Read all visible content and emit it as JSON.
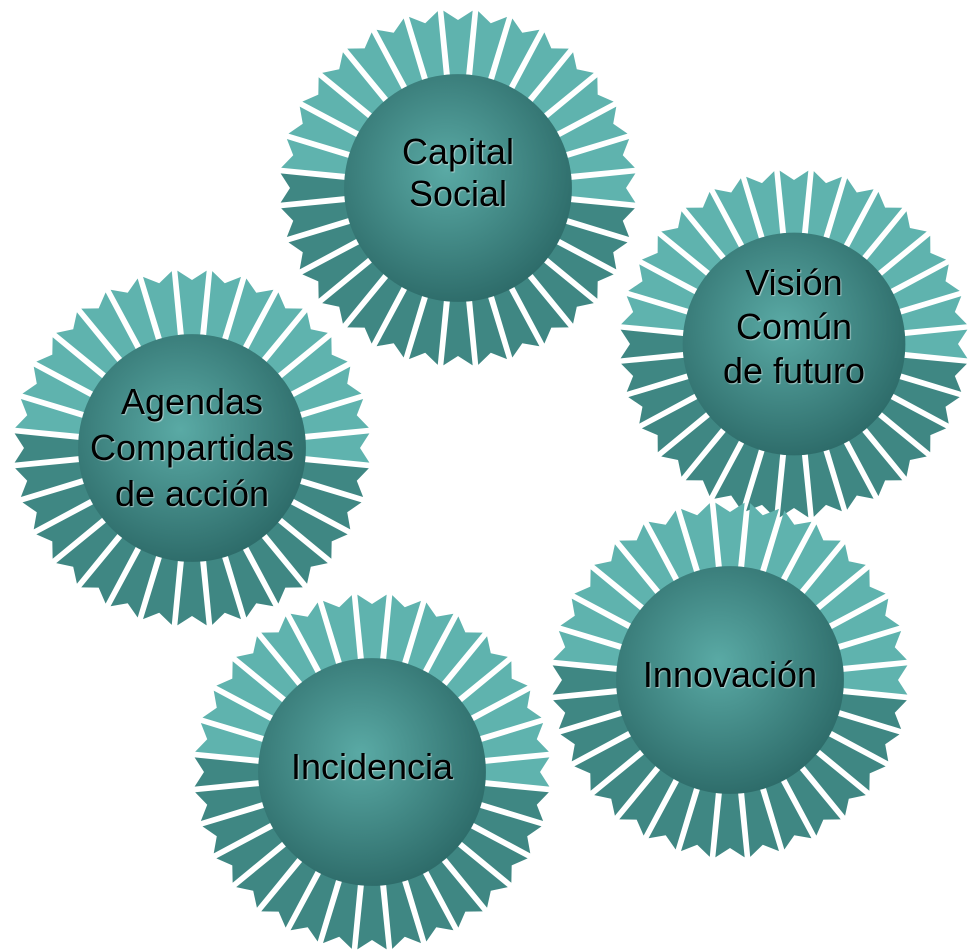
{
  "diagram": {
    "nodes": [
      {
        "id": "capital-social",
        "lines": [
          "Capital",
          "Social"
        ]
      },
      {
        "id": "vision-comun",
        "lines": [
          "Visión",
          "Común",
          "de futuro"
        ]
      },
      {
        "id": "agendas-compartidas",
        "lines": [
          "Agendas",
          "Compartidas",
          "de acción"
        ]
      },
      {
        "id": "innovacion",
        "lines": [
          "Innovación"
        ]
      },
      {
        "id": "incidencia",
        "lines": [
          "Incidencia"
        ]
      }
    ]
  },
  "colors": {
    "petal_outer": "#5fb3ae",
    "petal_inner": "#3f8783",
    "circle_center": "#5aaaa5",
    "circle_edge": "#2d6b69",
    "text": "#000000"
  }
}
